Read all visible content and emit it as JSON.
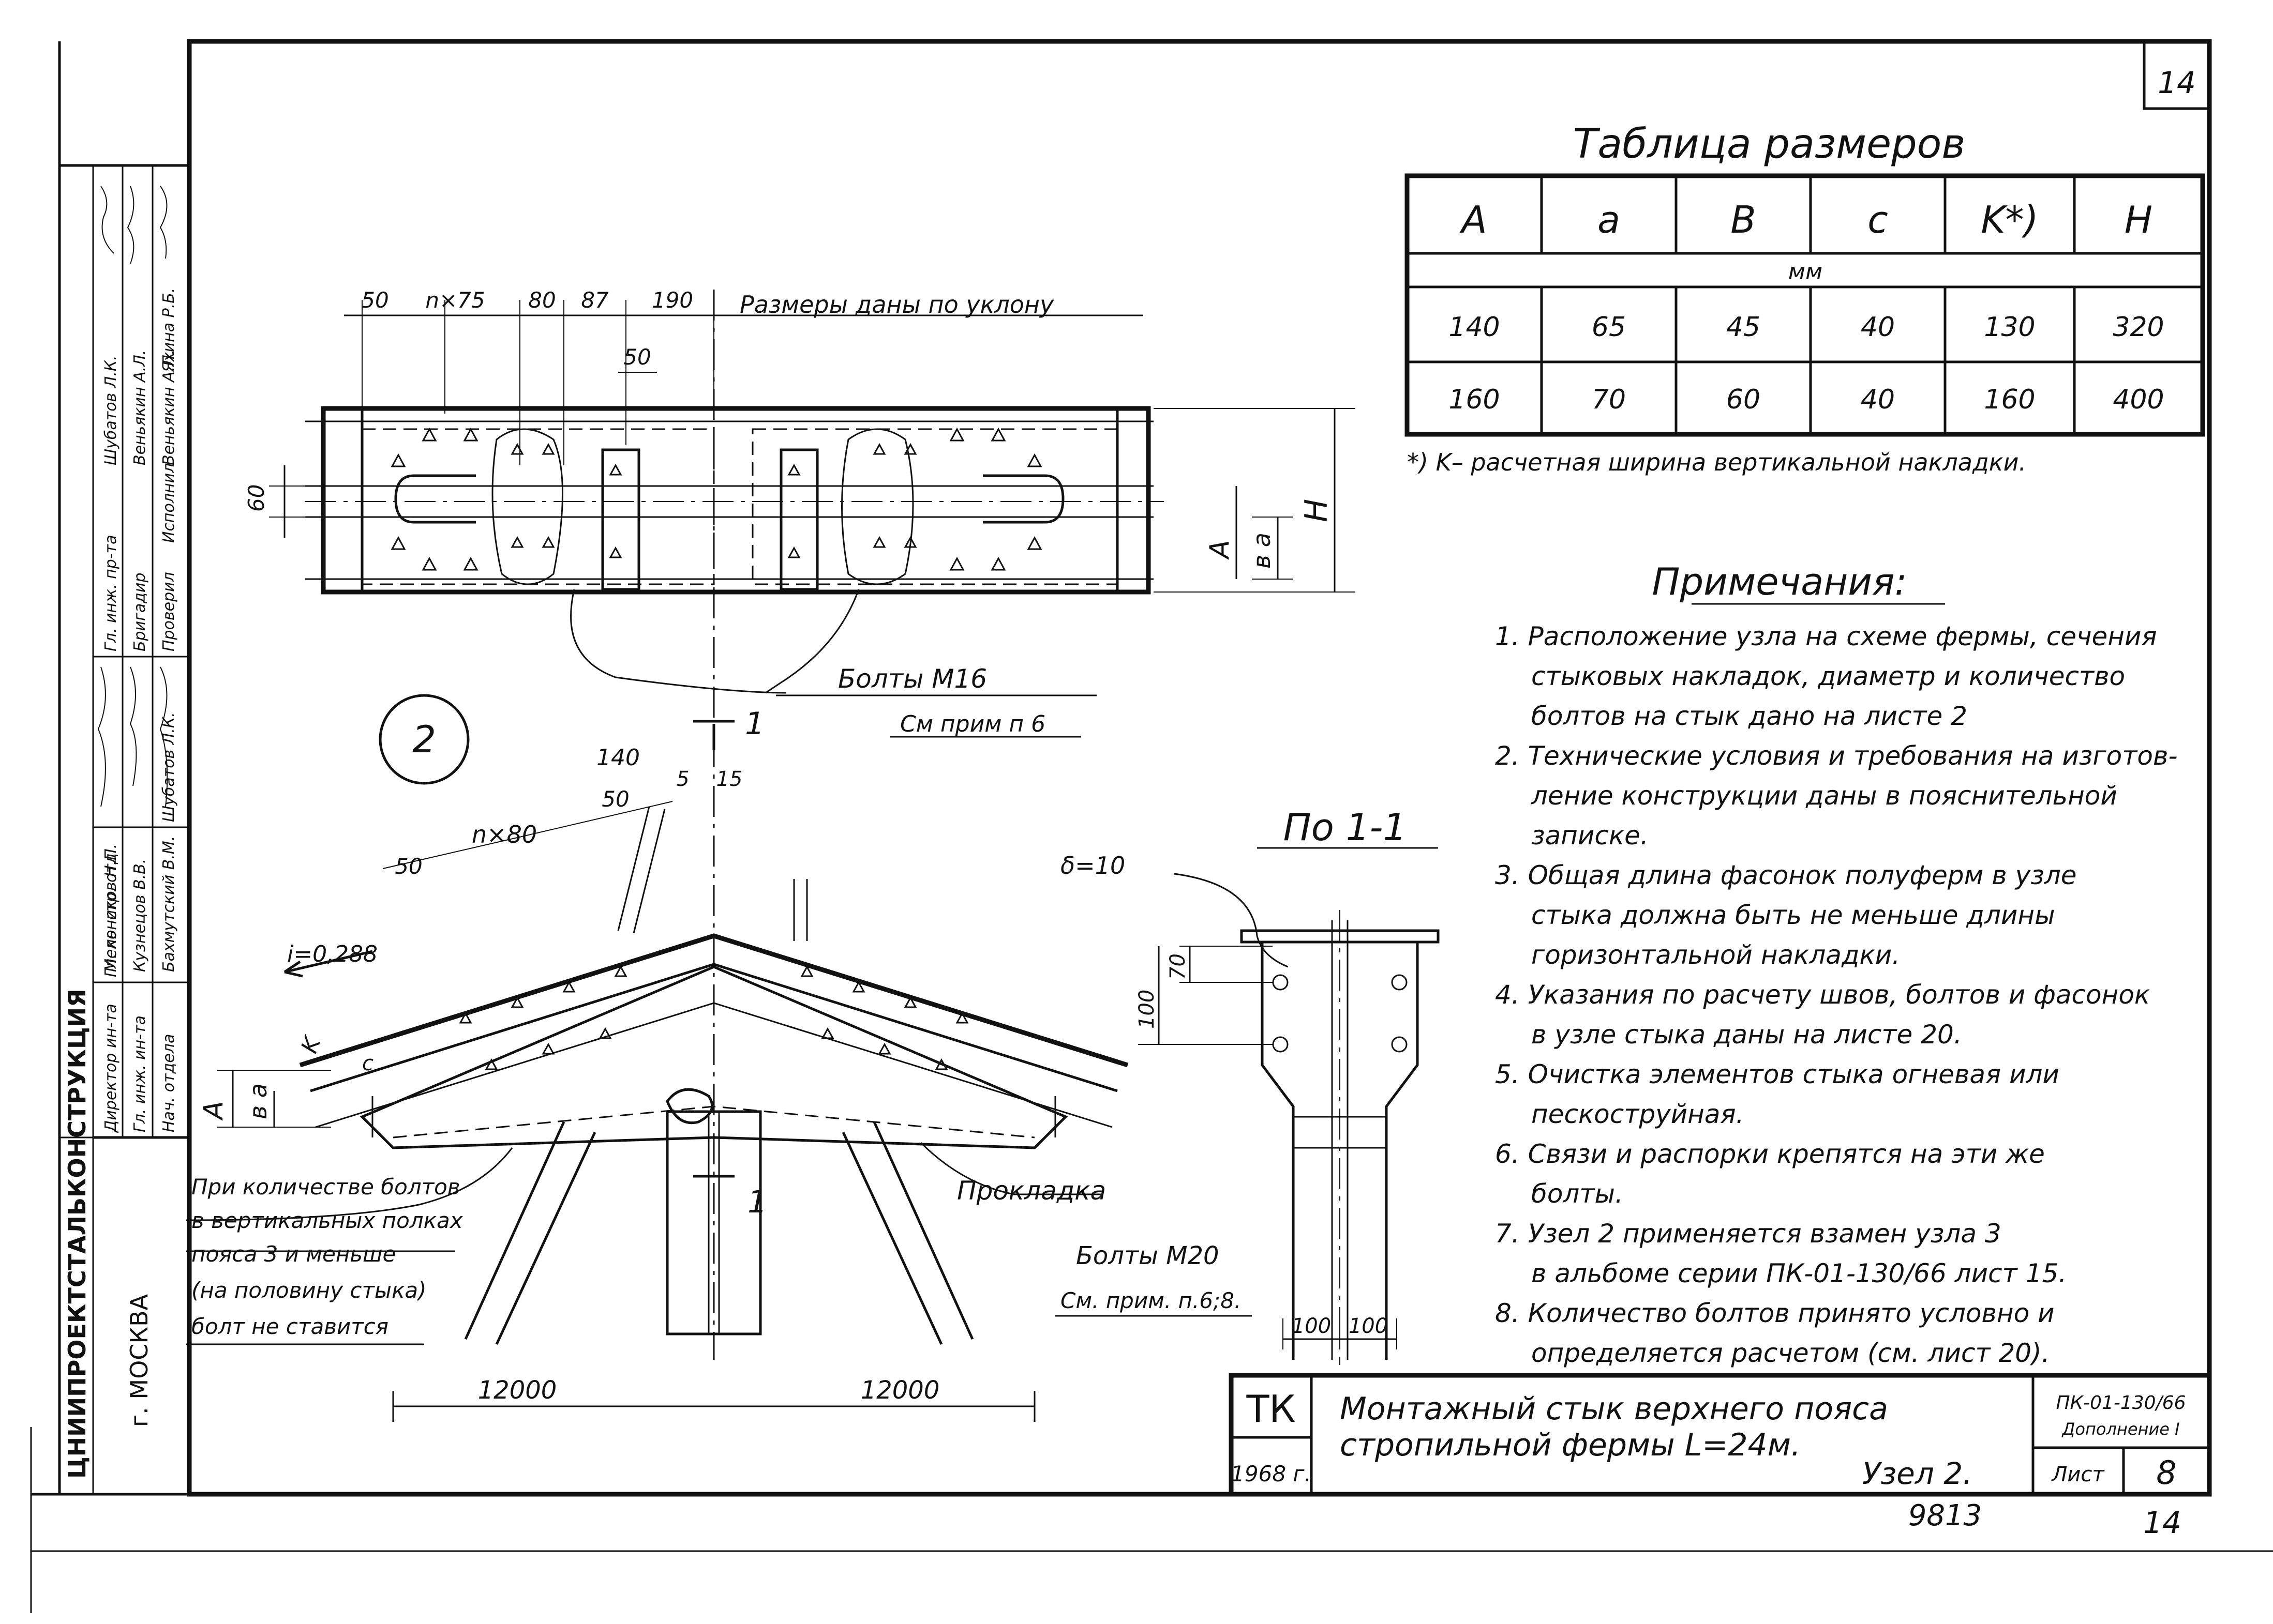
{
  "sheet_number_top": "14",
  "table": {
    "title": "Таблица размеров",
    "headers": [
      "A",
      "a",
      "B",
      "c",
      "K*)",
      "H"
    ],
    "unit": "мм",
    "rows": [
      [
        "140",
        "65",
        "45",
        "40",
        "130",
        "320"
      ],
      [
        "160",
        "70",
        "60",
        "40",
        "160",
        "400"
      ]
    ],
    "footnote": "*) K– расчетная ширина вертикальной накладки."
  },
  "notes": {
    "title": "Примечания:",
    "lines": [
      "1. Расположение узла на схеме фермы, сечения",
      "стыковых накладок, диаметр и количество",
      "болтов на стык дано на листе 2",
      "2. Технические условия и требования на изготов-",
      "ление конструкции даны в пояснительной",
      "записке.",
      "3. Общая длина фасонок полуферм в узле",
      "стыка должна быть не меньше длины",
      "горизонтальной накладки.",
      "4. Указания по расчету швов, болтов и фасонок",
      "в узле стыка даны на листе 20.",
      "5. Очистка элементов стыка огневая или",
      "пескоструйная.",
      "6. Связи и распорки крепятся на эти же",
      "болты.",
      "7. Узел 2 применяется взамен узла 3",
      "в альбоме серии ПК-01-130/66 лист 15.",
      "8. Количество болтов принято условно и",
      "определяется расчетом (см. лист 20)."
    ]
  },
  "plan_view": {
    "dims_top": [
      "50",
      "n×75",
      "80",
      "87",
      "190"
    ],
    "dim_50_inner": "50",
    "note_top": "Размеры даны по уклону",
    "dim_left": "60",
    "dim_a": "в a",
    "dim_A": "A",
    "dim_H": "H",
    "bolts_label": "Болты М16",
    "bolts_ref": "См прим п 6"
  },
  "node_view": {
    "node_number": "2",
    "section_mark": "1",
    "dims_top": [
      "140",
      "5",
      "15",
      "50",
      "n×80",
      "50"
    ],
    "slope": "i=0,288",
    "dim_K": "K",
    "dim_c": "c",
    "dim_ba": "в a",
    "dim_A": "A",
    "spans": [
      "12000",
      "12000"
    ],
    "note_lines": [
      "При количестве болтов",
      "в вертикальных полках",
      "пояса 3 и меньше",
      "(на половину стыка)",
      "болт не ставится"
    ],
    "gasket_label": "Прокладка",
    "bolts_label": "Болты М20",
    "bolts_ref": "См. прим. п.6;8."
  },
  "section_view": {
    "title": "По 1-1",
    "delta": "δ=10",
    "dims_v": [
      "70",
      "100"
    ],
    "dims_h": [
      "100",
      "100"
    ]
  },
  "left_stamp": {
    "org": "ЦНИИПРОЕКТСТАЛЬКОНСТРУКЦИЯ",
    "city": "г. МОСКВА",
    "roles": [
      "Директор ин-та",
      "Гл. инж. ин-та",
      "Нач. отдела",
      "Гл. констр. отд",
      "Гл. инж. пр-та",
      "Бригадир",
      "Проверил",
      "Исполнил"
    ],
    "names": [
      "Мельников Н.П.",
      "Кузнецов В.В.",
      "Бахмутский В.М.",
      "Шубатов Л.К.",
      "Шубатов Л.К.",
      "Веньякин А.Л.",
      "Веньякин А.Л.",
      "Яхина Р.Б."
    ]
  },
  "title_block": {
    "code": "ТК",
    "year": "1968 г.",
    "title_line1": "Монтажный стык верхнего пояса",
    "title_line2": "стропильной фермы L=24м.",
    "node": "Узел 2.",
    "series_line1": "ПК-01-130/66",
    "series_line2": "Дополнение I",
    "sheet_label": "Лист",
    "sheet_number": "8"
  },
  "bottom_marks": {
    "inventory": "9813",
    "page": "14"
  }
}
